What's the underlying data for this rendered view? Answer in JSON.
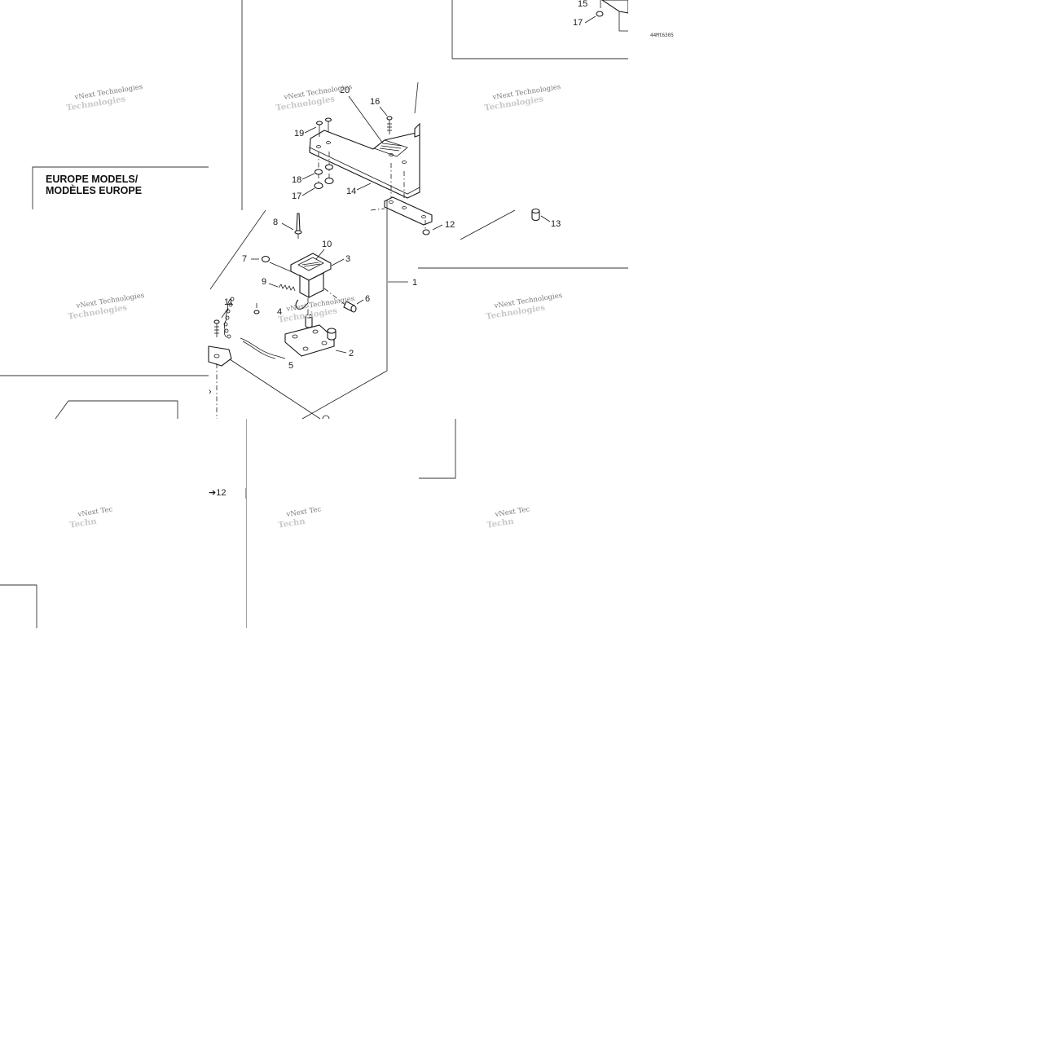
{
  "region_title": {
    "line1": "EUROPE MODELS/",
    "line2": "MODÈLES EUROPE"
  },
  "figure_code": "44Mt6305",
  "watermark": {
    "line1": "vNext Technologies",
    "line2": "Technologies"
  },
  "watermark_clipped": {
    "line1": "vNext Tec",
    "line2": "Techn"
  },
  "callouts": {
    "p2": "2",
    "p3": "3",
    "p4": "4",
    "p5": "5",
    "p6": "6",
    "p7": "7",
    "p8": "8",
    "p9": "9",
    "p10": "10",
    "p11": "11",
    "p12": "12",
    "p13": "13",
    "p14": "14",
    "p15": "15",
    "p16": "16",
    "p17": "17",
    "p18": "18",
    "p19": "19",
    "p20": "20",
    "p14_partial": "1"
  },
  "page_ref": "➔12"
}
